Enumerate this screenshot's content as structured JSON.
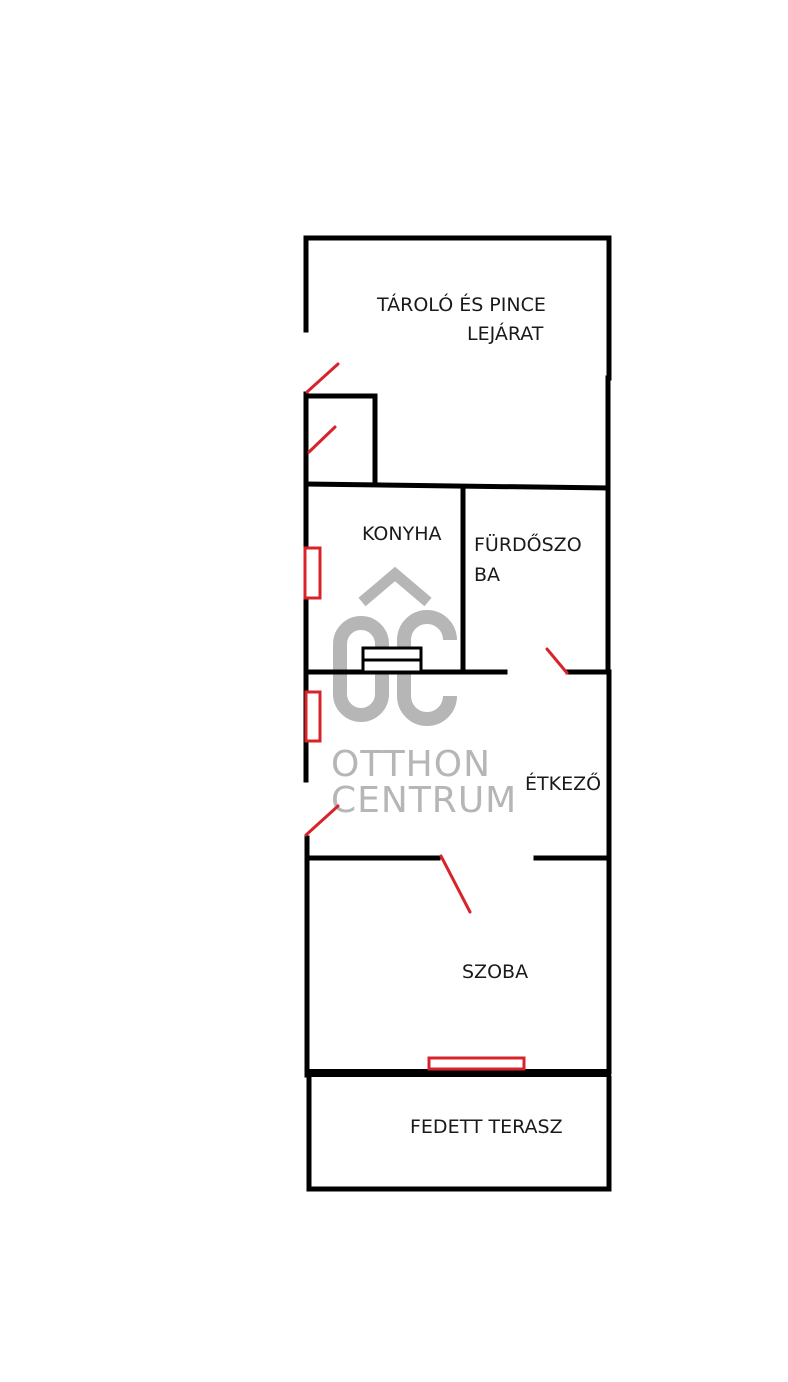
{
  "rooms": {
    "storage_line1": "TÁROLÓ ÉS PINCE",
    "storage_line2": "LEJÁRAT",
    "kitchen": "KONYHA",
    "bathroom_line1": "FÜRDŐSZO",
    "bathroom_line2": "BA",
    "dining": "ÉTKEZŐ",
    "room": "SZOBA",
    "terrace": "FEDETT TERASZ"
  },
  "watermark": {
    "line1": "OTTHON",
    "line2": "CENTRUM"
  },
  "colors": {
    "walls": "#000000",
    "doors_windows": "#d8232a",
    "watermark": "#b3b3b3"
  }
}
